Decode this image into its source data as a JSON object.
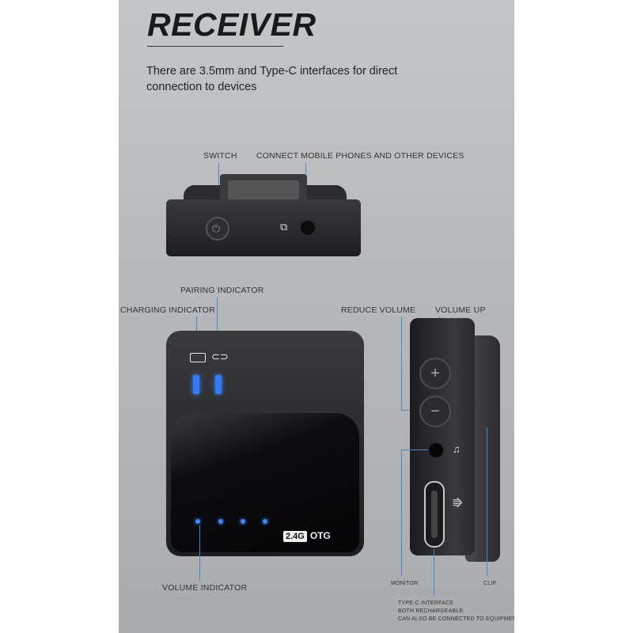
{
  "heading": {
    "title": "RECEIVER",
    "subtitle": "There are 3.5mm and Type-C interfaces for direct connection to devices"
  },
  "labels": {
    "switch": "SWITCH",
    "connect": "CONNECT MOBILE PHONES AND OTHER DEVICES",
    "pairing": "PAIRING INDICATOR",
    "charging": "CHARGING INDICATOR",
    "reduce_volume": "REDUCE VOLUME",
    "volume_up": "VOLUME UP",
    "volume_indicator": "VOLUME INDICATOR",
    "monitor": "MONITOR",
    "clip": "CLIP",
    "typec_line1": "TYPE-C INTERFACE",
    "typec_line2": "BOTH RECHARGEABLE",
    "typec_line3": "CAN ALSO BE CONNECTED TO EQUIPMENT"
  },
  "device": {
    "badge_24": "2.4G",
    "badge_otg": "OTG"
  },
  "icons": [
    "power-icon",
    "phone-connect-icon",
    "battery-icon",
    "link-icon",
    "plus-icon",
    "minus-icon",
    "headphone-icon",
    "usb-icon"
  ],
  "colors": {
    "led_blue": "#2f7bff",
    "leader_line": "#4d87c8",
    "panel_bg": "#b6b8ba"
  }
}
